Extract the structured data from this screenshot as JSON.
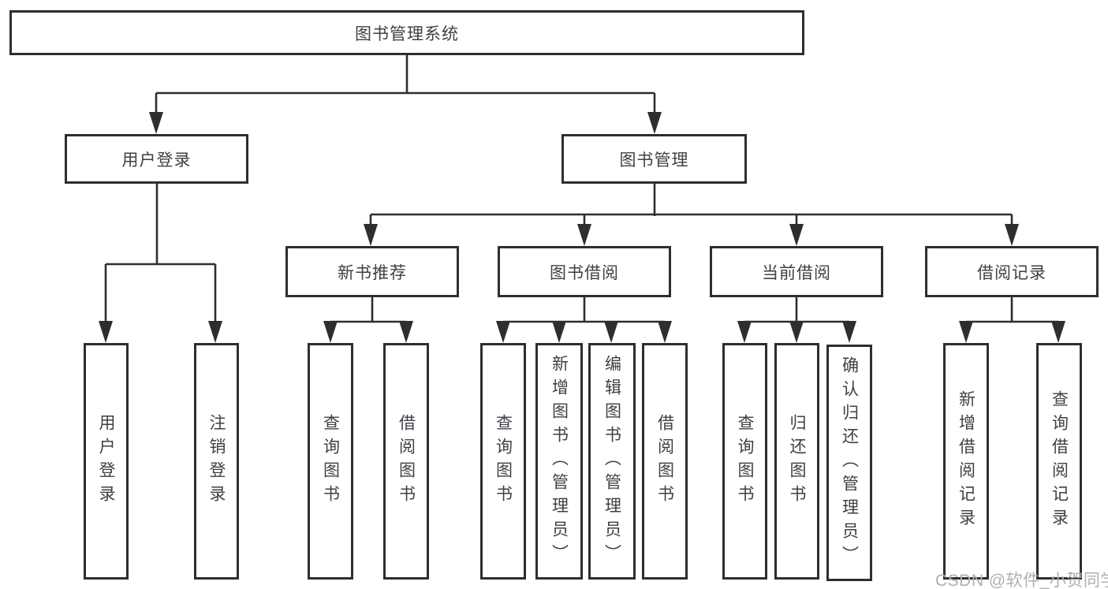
{
  "tree": {
    "label": "图书管理系统",
    "children": [
      {
        "label": "用户登录",
        "children": [
          {
            "label": "用户登录"
          },
          {
            "label": "注销登录"
          }
        ]
      },
      {
        "label": "图书管理",
        "children": [
          {
            "label": "新书推荐",
            "children": [
              {
                "label": "查询图书"
              },
              {
                "label": "借阅图书"
              }
            ]
          },
          {
            "label": "图书借阅",
            "children": [
              {
                "label": "查询图书"
              },
              {
                "label": "新增图书（管理员）"
              },
              {
                "label": "编辑图书（管理员）"
              },
              {
                "label": "借阅图书"
              }
            ]
          },
          {
            "label": "当前借阅",
            "children": [
              {
                "label": "查询图书"
              },
              {
                "label": "归还图书"
              },
              {
                "label": "确认归还（管理员）"
              }
            ]
          },
          {
            "label": "借阅记录",
            "children": [
              {
                "label": "新增借阅记录"
              },
              {
                "label": "查询借阅记录"
              }
            ]
          }
        ]
      }
    ]
  },
  "watermark": {
    "text": "CSDN @软件_小贺同学"
  },
  "colors": {
    "line": "#2e2e2e",
    "text": "#3f3f46",
    "watermark": "#b0b0b3",
    "background": "#ffffff"
  }
}
